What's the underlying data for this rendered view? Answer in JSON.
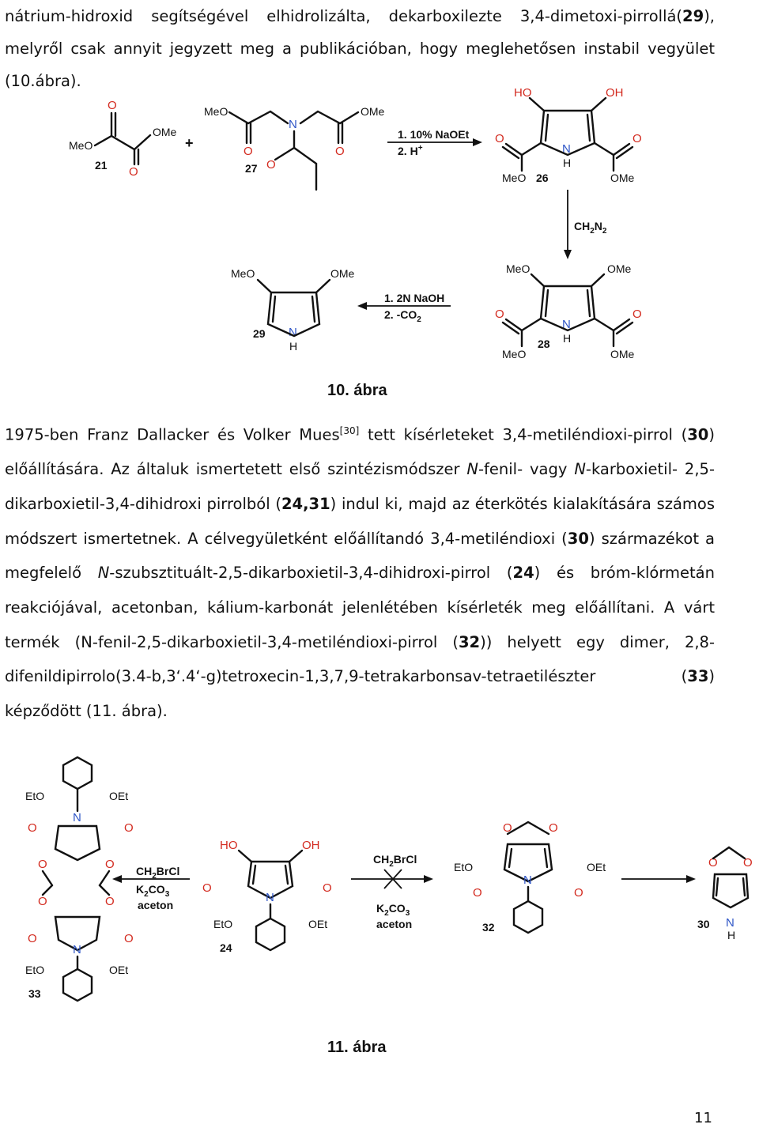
{
  "intro": {
    "text1": "nátrium-hidroxid segítségével elhidrolizálta, dekarboxilezte 3,4-dimetoxi-pirrollá(",
    "num1": "29",
    "text2": "), melyről csak annyit jegyzett meg a publikációban, hogy meglehetősen instabil vegyület (10.ábra)."
  },
  "scheme10": {
    "caption": "10. ábra",
    "labels": {
      "c21": "21",
      "c27": "27",
      "c26": "26",
      "c28": "28",
      "c29": "29"
    },
    "groups": {
      "meo": "MeO",
      "ome": "OMe",
      "o": "O",
      "n": "N",
      "h": "H",
      "ho": "HO",
      "oh": "OH",
      "plus": "+"
    },
    "reagents": {
      "step1_l1": "1. 10% NaOEt",
      "step1_l2": "2. H",
      "step1_sup": "+",
      "step2": "CH",
      "step2_sub1": "2",
      "step2_mid": "N",
      "step2_sub2": "2",
      "step3_l1": "1. 2N NaOH",
      "step3_l2": "2. -CO",
      "step3_sub": "2"
    }
  },
  "paragraph": {
    "s1": "1975-ben Franz Dallacker és Volker Mues",
    "ref": "[30]",
    "s2": " tett kísérleteket 3,4-metiléndioxi-pirrol (",
    "n30a": "30",
    "s3": ") előállítására. Az általuk ismertetett első szintézismódszer ",
    "n1": "N",
    "s4": "-fenil- vagy ",
    "n2": "N",
    "s5": "-karboxietil- 2,5-dikarboxietil-3,4-dihidroxi pirrolból (",
    "n2431": "24,31",
    "s6": ") indul ki, majd az éterkötés kialakítására számos módszert ismertetnek. A célvegyületként előállítandó 3,4-metiléndioxi (",
    "n30b": "30",
    "s7": ") származékot a megfelelő ",
    "n3": "N",
    "s8": "-szubsztituált-2,5-dikarboxietil-3,4-dihidroxi-pirrol (",
    "n24": "24",
    "s9": ") és bróm-klórmetán reakciójával, acetonban, kálium-karbonát jelenlétében kísérleték meg előállítani. A várt termék (N-fenil-2,5-dikarboxietil-3,4-metiléndioxi-pirrol (",
    "n32": "32",
    "s10": ")) helyett egy dimer, 2,8-difenildipirrolo(3.4-b,3ʻ.4ʻ-g)tetroxecin-1,3,7,9-tetrakarbonsav-tetraetilészter (",
    "n33": "33",
    "s11": ") képződött (11. ábra)."
  },
  "scheme11": {
    "caption": "11. ábra",
    "labels": {
      "c33": "33",
      "c24": "24",
      "c32": "32",
      "c30": "30"
    },
    "groups": {
      "eto": "EtO",
      "oet": "OEt",
      "o": "O",
      "n": "N",
      "h": "H",
      "ho": "HO",
      "oh": "OH"
    },
    "reagents": {
      "a_ch": "CH",
      "a_sub": "2",
      "a_rest": "BrCl",
      "b_k": "K",
      "b_sub1": "2",
      "b_co": "CO",
      "b_sub2": "3",
      "c_aceton": "aceton"
    }
  },
  "page_number": "11"
}
